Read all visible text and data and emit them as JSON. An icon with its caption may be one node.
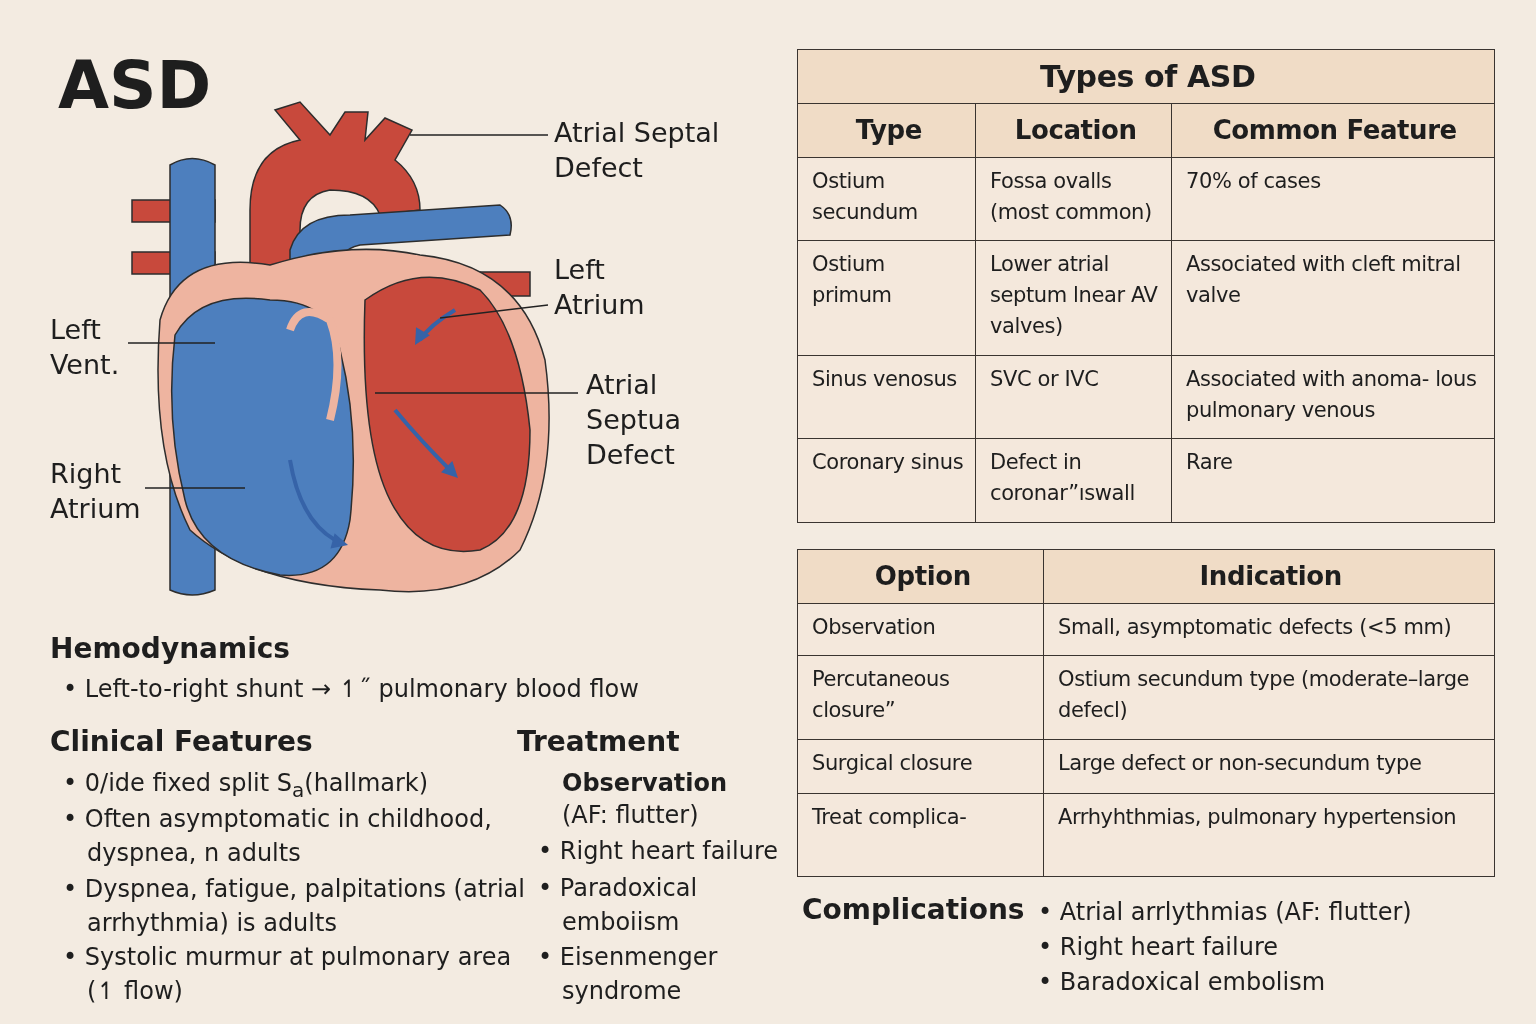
{
  "diagram": {
    "title": "ASD",
    "nodes": [
      {
        "text": [
          "Atrial Septal Defect"
        ]
      },
      {
        "text": [
          "Left Atrium"
        ]
      },
      {
        "text": [
          "Left Vent."
        ]
      },
      {
        "text": [
          "Atrial Septua Defect"
        ]
      },
      {
        "text": [
          "Right Atrium"
        ]
      }
    ],
    "edges": [
      {
        "from": 0,
        "to": null,
        "arrow": "none"
      },
      {
        "from": 1,
        "to": null,
        "arrow": "none"
      },
      {
        "from": 2,
        "to": null,
        "arrow": "none"
      },
      {
        "from": 3,
        "to": null,
        "arrow": "none"
      },
      {
        "from": 4,
        "to": null,
        "arrow": "none"
      }
    ],
    "labels": [
      "Types of ASD",
      "Type",
      "Location",
      "Common Feature",
      "Ostium secundum",
      "Fossa ovalls (most common)",
      "70% of cases",
      "Ostium primum",
      "Lower atrial septum lnear AV valves)",
      "Associated with cleft mitral valve",
      "Sinus venosus",
      "SVC or IVC",
      "Associated with anoma- lous pulmonary venous",
      "Coronary sinus",
      "Defect in coronar”ıswall",
      "Rare",
      "Option",
      "Indication",
      "Observation",
      "Small, asymptomatic defects (<5 mm)",
      "Percutaneous closure”",
      "Ostium secundum type (moderate–large defecl)",
      "Surgical closure",
      "Large defect or non-secundum type",
      "Treat complica-",
      "Arrhyhthmias, pulmonary hypertension",
      "Complications",
      "• Atrial arrlythmias (AF: flutter)",
      "• Right heart failure",
      "• Baradoxical embolism",
      "Hemodynamics",
      "• Left-to-right shunt → ↿˝ pulmonary blood flow",
      "Clinical Features",
      "• 0/ide fixed split S$_{a}$(hallmark)",
      "• Often asymptomatic in childhood, dyspnea, n adults",
      "• Dyspnea, fatigue, palpitations (atrial arrhythmia) is adults",
      "• Systolic murmur at pulmonary area (↿ flow)",
      "Treatment",
      "Observation",
      "(AF: flutter)",
      "• Right heart failure",
      "• Paradoxical emboiism",
      "• Eisenmenger syndrome"
    ]
  }
}
